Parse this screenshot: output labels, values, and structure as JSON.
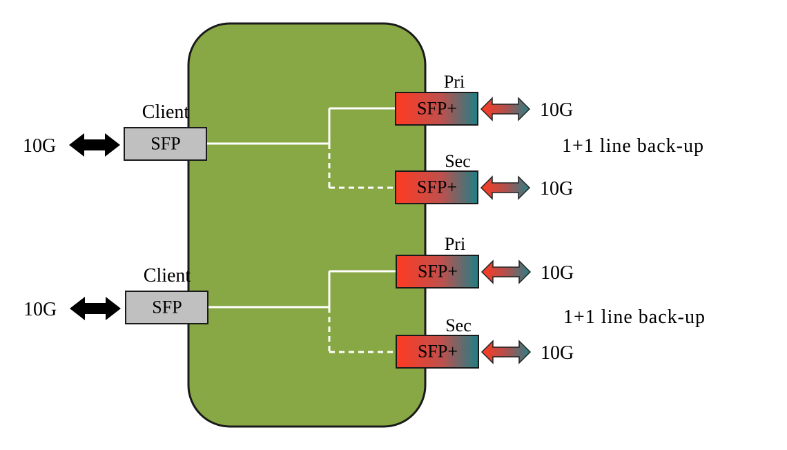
{
  "colors": {
    "chassis_fill": "#88a845",
    "chassis_stroke": "#1a1a1a",
    "client_sfp_fill": "#c0c0c0",
    "line_sfp_start": "#ff3a22",
    "line_sfp_mid": "#c0504d",
    "line_sfp_end": "#1e7f86",
    "arrow_black": "#000000",
    "trace_white": "#ffffff"
  },
  "client_ports": [
    {
      "title": "Client",
      "label": "SFP",
      "rate": "10G"
    },
    {
      "title": "Client",
      "label": "SFP",
      "rate": "10G"
    }
  ],
  "line_ports": [
    {
      "title": "Pri",
      "label": "SFP+",
      "rate": "10G"
    },
    {
      "title": "Sec",
      "label": "SFP+",
      "rate": "10G"
    },
    {
      "title": "Pri",
      "label": "SFP+",
      "rate": "10G"
    },
    {
      "title": "Sec",
      "label": "SFP+",
      "rate": "10G"
    }
  ],
  "groups": [
    {
      "note": "1+1 line back-up"
    },
    {
      "note": "1+1 line back-up"
    }
  ],
  "icons": {
    "client_arrow": "double-arrow-icon",
    "line_arrow": "gradient-double-arrow-icon"
  }
}
